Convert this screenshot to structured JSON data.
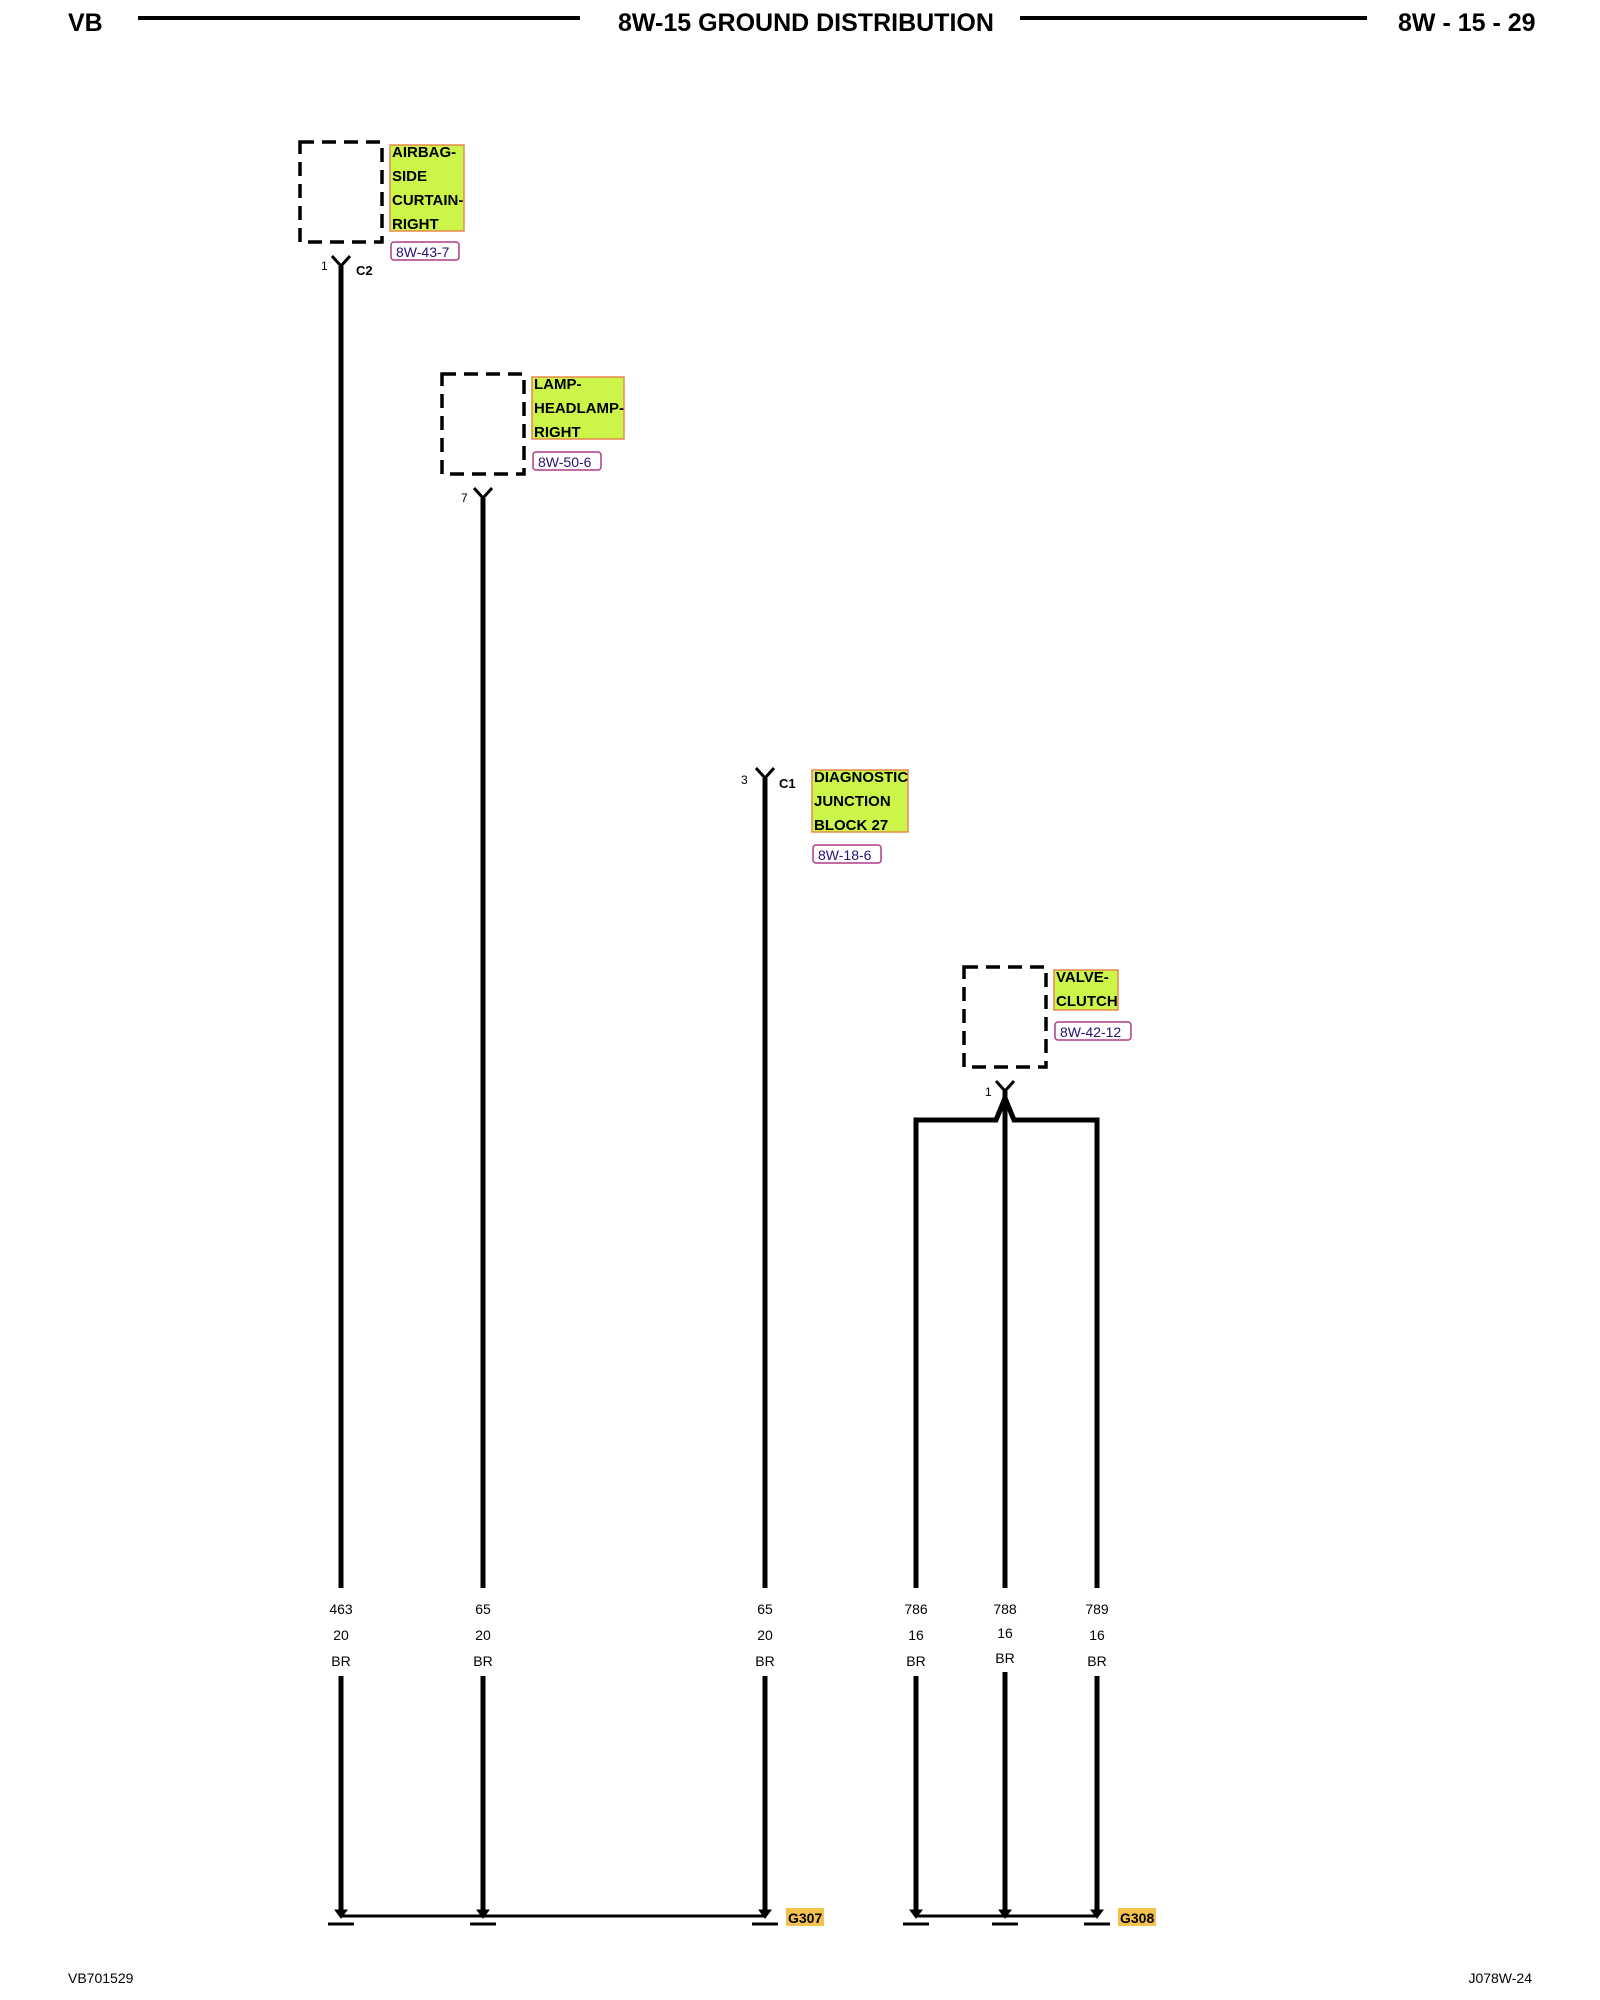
{
  "header": {
    "left": "VB",
    "title": "8W-15 GROUND DISTRIBUTION",
    "page": "8W - 15 - 29"
  },
  "footer": {
    "left": "VB701529",
    "right": "J078W-24"
  },
  "colors": {
    "label_fill": "#ccf54a",
    "label_border": "#e8884a",
    "ref_color": "#2a1170",
    "ref_border": "#b03a8a",
    "ground_label_fill": "#f2c14e"
  },
  "components": {
    "airbag": {
      "lines": [
        "AIRBAG-",
        "SIDE",
        "CURTAIN-",
        "RIGHT"
      ],
      "ref": "8W-43-7",
      "pin": "1",
      "connector": "C2"
    },
    "headlamp": {
      "lines": [
        "LAMP-",
        "HEADLAMP-",
        "RIGHT"
      ],
      "ref": "8W-50-6",
      "pin": "7"
    },
    "diagnostic": {
      "lines": [
        "DIAGNOSTIC",
        "JUNCTION",
        "BLOCK 27"
      ],
      "ref": "8W-18-6",
      "pin": "3",
      "connector": "C1"
    },
    "valve": {
      "lines": [
        "VALVE-",
        "CLUTCH"
      ],
      "ref": "8W-42-12",
      "pin": "1"
    }
  },
  "wires": [
    {
      "circuit": "463",
      "gauge": "20",
      "color": "BR"
    },
    {
      "circuit": "65",
      "gauge": "20",
      "color": "BR"
    },
    {
      "circuit": "65",
      "gauge": "20",
      "color": "BR"
    },
    {
      "circuit": "786",
      "gauge": "16",
      "color": "BR"
    },
    {
      "circuit": "788",
      "gauge": "16",
      "color": "BR"
    },
    {
      "circuit": "789",
      "gauge": "16",
      "color": "BR"
    }
  ],
  "grounds": [
    "G307",
    "G308"
  ]
}
